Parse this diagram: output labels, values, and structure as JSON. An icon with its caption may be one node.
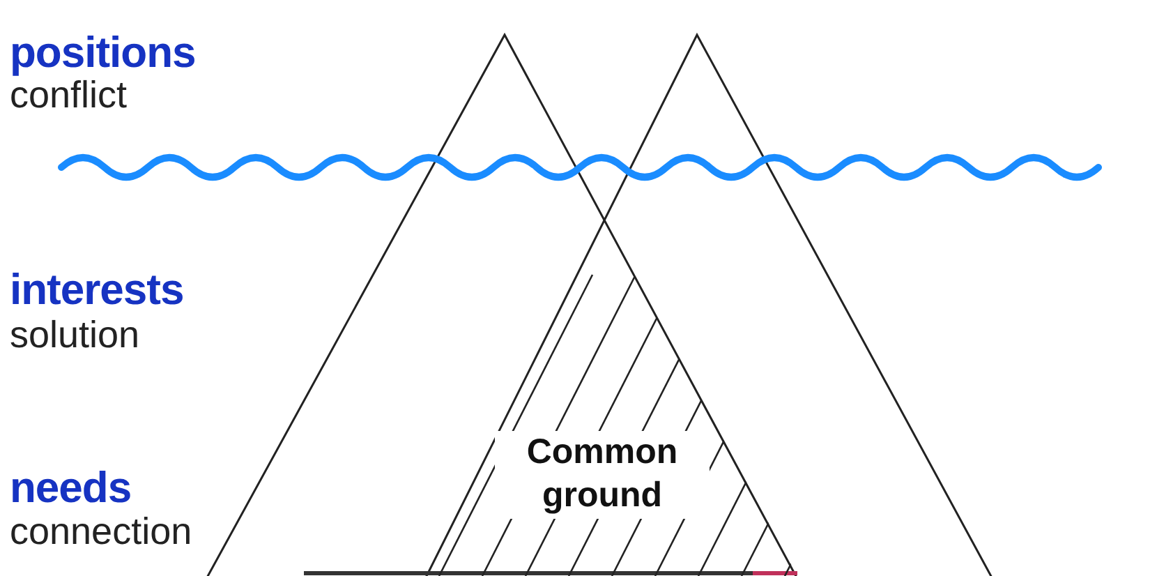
{
  "diagram": {
    "nodes": [
      {
        "text": [
          "Common ground"
        ]
      }
    ],
    "labels": [
      "positions",
      "conflict",
      "interests",
      "solution",
      "needs",
      "connection"
    ]
  }
}
